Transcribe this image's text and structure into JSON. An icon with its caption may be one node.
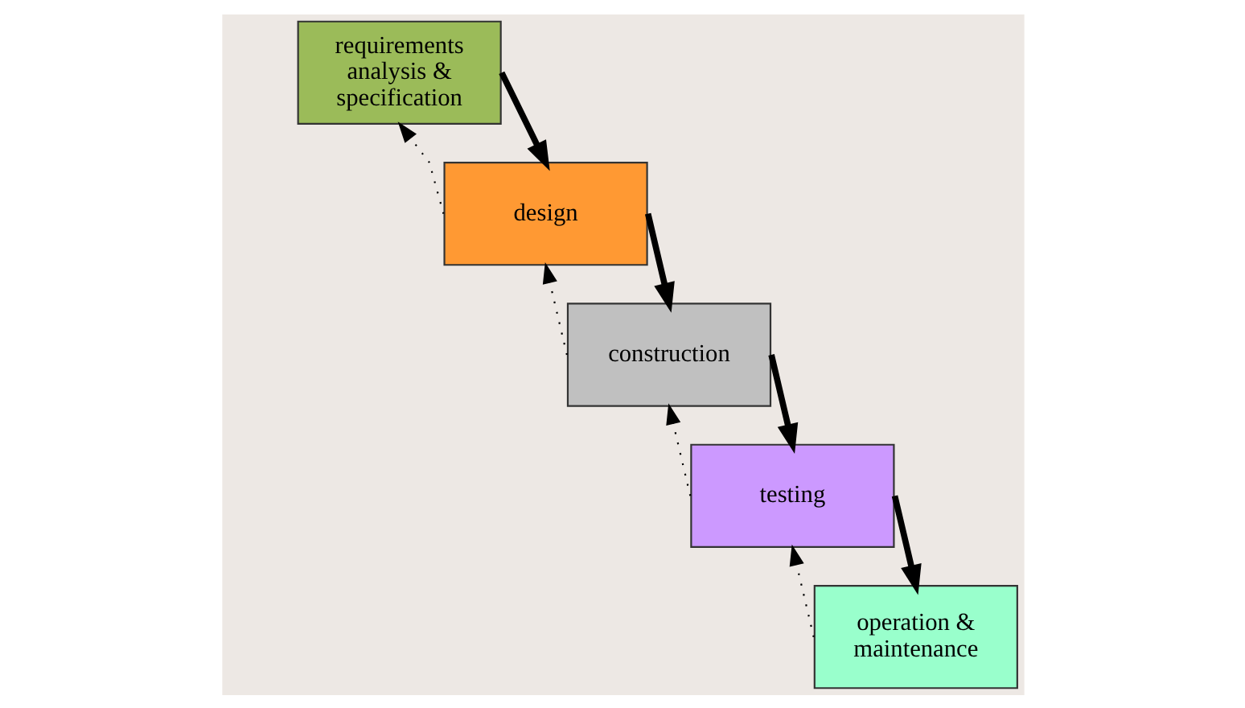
{
  "diagram": {
    "nodes": [
      {
        "text": [
          "requirements analysis & specification"
        ]
      },
      {
        "text": [
          "design"
        ]
      },
      {
        "text": [
          "construction"
        ]
      },
      {
        "text": [
          "testing"
        ]
      },
      {
        "text": [
          "operation & maintenance"
        ]
      }
    ],
    "edges": [
      {
        "from": 0,
        "to": 1,
        "arrow": "to",
        "style": "thick"
      },
      {
        "from": 1,
        "to": 0,
        "arrow": "to",
        "style": "dashed"
      },
      {
        "from": 1,
        "to": 2,
        "arrow": "to",
        "style": "thick"
      },
      {
        "from": 2,
        "to": 1,
        "arrow": "to",
        "style": "dashed"
      },
      {
        "from": 2,
        "to": 3,
        "arrow": "to",
        "style": "thick"
      },
      {
        "from": 3,
        "to": 2,
        "arrow": "to",
        "style": "dashed"
      },
      {
        "from": 3,
        "to": 4,
        "arrow": "to",
        "style": "thick"
      },
      {
        "from": 4,
        "to": 3,
        "arrow": "to",
        "style": "dashed"
      }
    ]
  }
}
